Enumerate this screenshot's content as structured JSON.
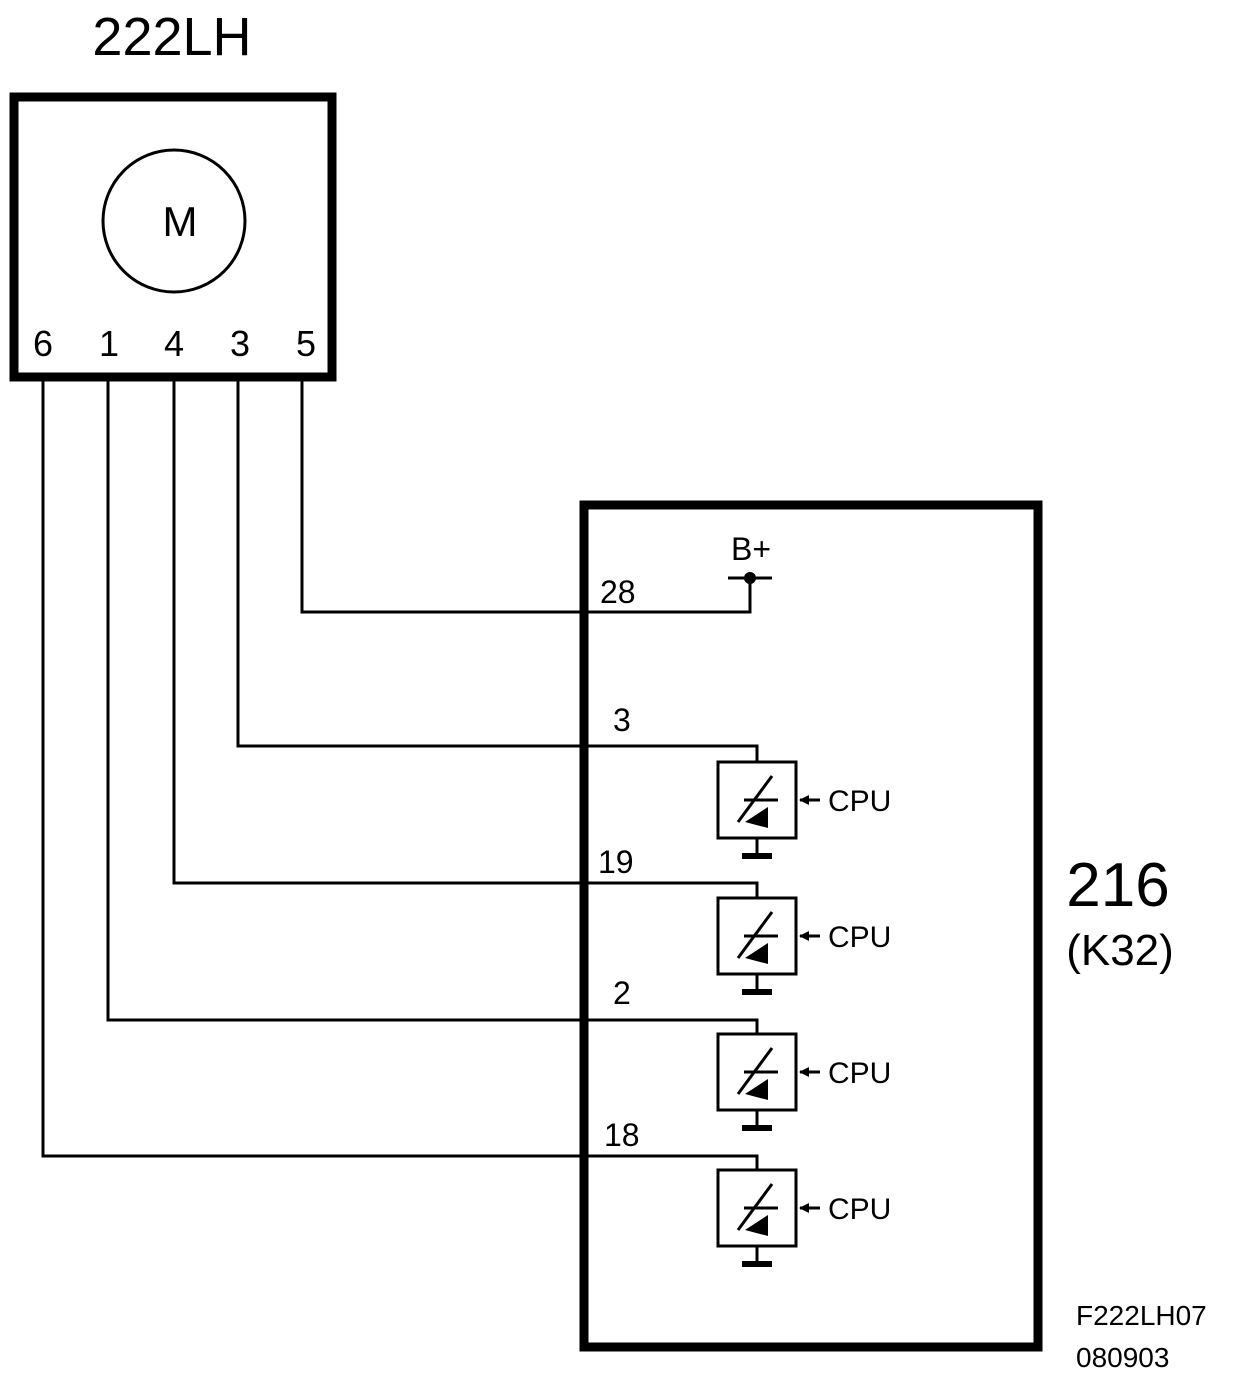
{
  "motor": {
    "component_id": "222LH",
    "symbol": "M",
    "pins": [
      "6",
      "1",
      "4",
      "3",
      "5"
    ]
  },
  "control_unit": {
    "component_id": "216",
    "code": "(K32)",
    "supply_label": "B+",
    "pins": [
      "28",
      "3",
      "19",
      "2",
      "18"
    ],
    "driver_label": "CPU"
  },
  "figure": {
    "reference": "F222LH07",
    "date_code": "080903"
  }
}
